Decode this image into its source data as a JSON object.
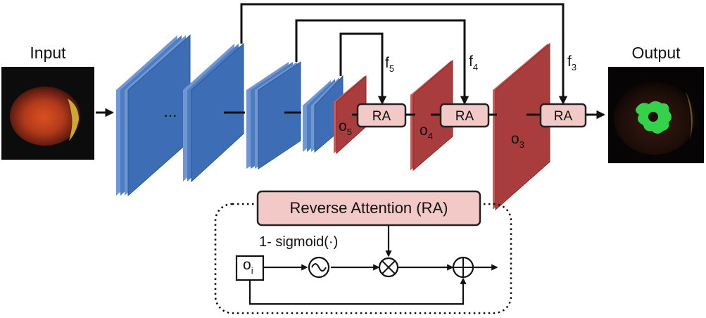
{
  "labels": {
    "input": "Input",
    "output": "Output",
    "ellipsis": "...",
    "ra": "RA",
    "f5": "f",
    "f5_sub": "5",
    "f4": "f",
    "f4_sub": "4",
    "f3": "f",
    "f3_sub": "3",
    "o5": "o",
    "o5_sub": "5",
    "o4": "o",
    "o4_sub": "4",
    "o3": "o",
    "o3_sub": "3"
  },
  "detail": {
    "title": "Reverse Attention (RA)",
    "sigmoid_label": "1- sigmoid(·)",
    "oi": "o",
    "oi_sub": "i"
  },
  "icons": {
    "sigmoid": "sine-wave-icon",
    "multiply": "circle-times-icon",
    "add": "circle-plus-icon"
  },
  "colors": {
    "encoder_front": "#3d6eb5",
    "encoder_side": "#6f97d3",
    "decoder_front": "#a93c3c",
    "decoder_side": "#c95a5a",
    "ra_fill": "#f2c9c6",
    "ra_stroke": "#222222",
    "mask_green": "#35d14a"
  }
}
